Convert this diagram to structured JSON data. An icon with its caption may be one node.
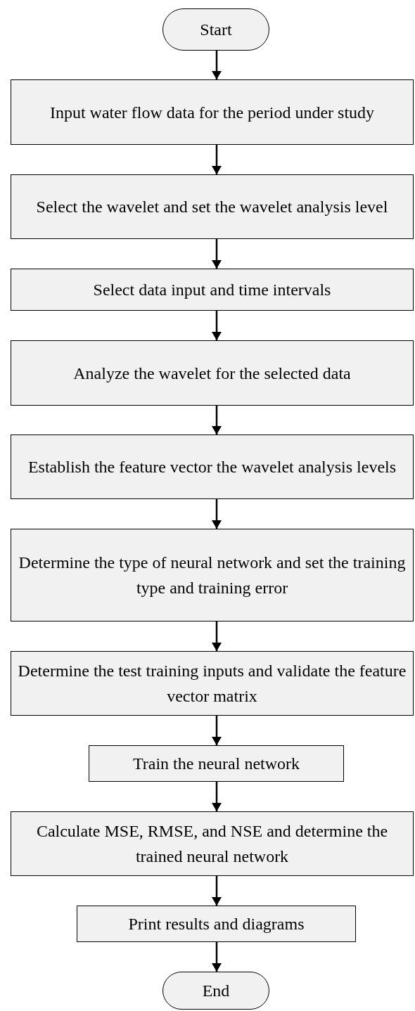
{
  "diagram": {
    "nodes": [
      {
        "text": [
          "Start"
        ]
      },
      {
        "text": [
          "Input water flow data for the period under study"
        ]
      },
      {
        "text": [
          "Select the wavelet and set the wavelet analysis level"
        ]
      },
      {
        "text": [
          "Select data input and time intervals"
        ]
      },
      {
        "text": [
          "Analyze the wavelet for the selected data"
        ]
      },
      {
        "text": [
          "Establish the feature vector the wavelet analysis levels"
        ]
      },
      {
        "text": [
          "Determine the type of neural network and set the training type and training error"
        ]
      },
      {
        "text": [
          "Determine the test training inputs and validate the feature vector matrix"
        ]
      },
      {
        "text": [
          "Train the neural network"
        ]
      },
      {
        "text": [
          "Calculate MSE, RMSE, and NSE and determine the trained neural network"
        ]
      },
      {
        "text": [
          "Print results and diagrams"
        ]
      },
      {
        "text": [
          "End"
        ]
      }
    ],
    "edges": [
      {
        "from": 0,
        "to": 1,
        "arrow": "to"
      },
      {
        "from": 1,
        "to": 2,
        "arrow": "to"
      },
      {
        "from": 2,
        "to": 3,
        "arrow": "to"
      },
      {
        "from": 3,
        "to": 4,
        "arrow": "to"
      },
      {
        "from": 4,
        "to": 5,
        "arrow": "to"
      },
      {
        "from": 5,
        "to": 6,
        "arrow": "to"
      },
      {
        "from": 6,
        "to": 7,
        "arrow": "to"
      },
      {
        "from": 7,
        "to": 8,
        "arrow": "to"
      },
      {
        "from": 8,
        "to": 9,
        "arrow": "to"
      },
      {
        "from": 9,
        "to": 10,
        "arrow": "to"
      },
      {
        "from": 10,
        "to": 11,
        "arrow": "to"
      }
    ]
  }
}
